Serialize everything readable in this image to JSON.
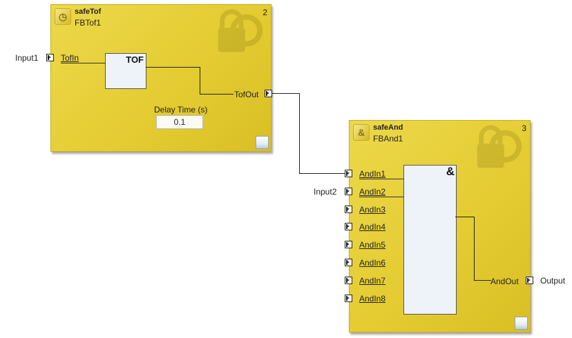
{
  "blocks": [
    {
      "title": "safeTof",
      "instance": "FBTof1",
      "number": "2",
      "icon": "timer-icon",
      "function_label": "TOF",
      "inputs": [
        "TofIn"
      ],
      "output": "TofOut",
      "param_label": "Delay Time (s)",
      "param_value": "0.1"
    },
    {
      "title": "safeAnd",
      "instance": "FBAnd1",
      "number": "3",
      "icon": "and-icon",
      "function_label": "&",
      "inputs": [
        "AndIn1",
        "AndIn2",
        "AndIn3",
        "AndIn4",
        "AndIn5",
        "AndIn6",
        "AndIn7",
        "AndIn8"
      ],
      "output": "AndOut"
    }
  ],
  "signals": {
    "input1": "Input1",
    "input2": "Input2",
    "output": "Output"
  },
  "colors": {
    "block_fill": "#e4cc32",
    "block_border": "#c9ae18",
    "inner_fill": "#eef3fa",
    "wire": "#222222"
  }
}
